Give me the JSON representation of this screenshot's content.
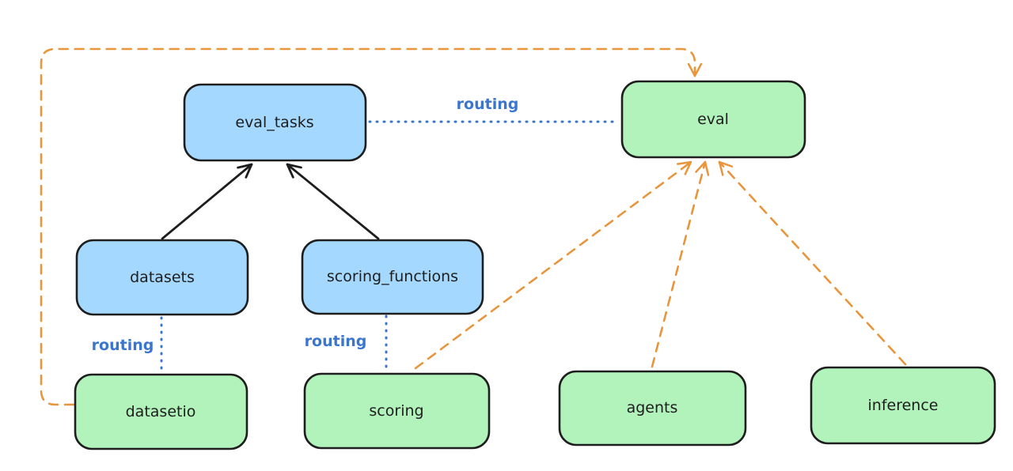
{
  "diagram": {
    "background_color": "#ffffff",
    "colors": {
      "node_border": "#1e1e1e",
      "blue_node_fill": "#a5d8ff",
      "green_node_fill": "#b2f2bb",
      "label_text": "#1e1e1e",
      "routing_blue": "#3a76cf",
      "orange_dashed": "#e8953c",
      "black_arrow": "#1e1e1e"
    },
    "nodes": {
      "eval_tasks": {
        "label": "eval_tasks",
        "fill": "#a5d8ff"
      },
      "eval": {
        "label": "eval",
        "fill": "#b2f2bb"
      },
      "datasets": {
        "label": "datasets",
        "fill": "#a5d8ff"
      },
      "scoring_functions": {
        "label": "scoring_functions",
        "fill": "#a5d8ff"
      },
      "datasetio": {
        "label": "datasetio",
        "fill": "#b2f2bb"
      },
      "scoring": {
        "label": "scoring",
        "fill": "#b2f2bb"
      },
      "agents": {
        "label": "agents",
        "fill": "#b2f2bb"
      },
      "inference": {
        "label": "inference",
        "fill": "#b2f2bb"
      }
    },
    "edge_labels": {
      "eval_tasks_to_eval": "routing",
      "datasets_to_datasetio": "routing",
      "scoring_functions_to_scoring": "routing"
    },
    "edges": [
      {
        "from": "datasets",
        "to": "eval_tasks",
        "style": "solid",
        "color": "black",
        "arrow": true
      },
      {
        "from": "scoring_functions",
        "to": "eval_tasks",
        "style": "solid",
        "color": "black",
        "arrow": true
      },
      {
        "from": "eval_tasks",
        "to": "eval",
        "style": "dotted",
        "color": "blue",
        "label": "routing",
        "arrow": false
      },
      {
        "from": "datasets",
        "to": "datasetio",
        "style": "dotted",
        "color": "blue",
        "label": "routing",
        "arrow": false
      },
      {
        "from": "scoring_functions",
        "to": "scoring",
        "style": "dotted",
        "color": "blue",
        "label": "routing",
        "arrow": false
      },
      {
        "from": "datasetio",
        "to": "eval",
        "style": "dashed",
        "color": "orange",
        "arrow": true
      },
      {
        "from": "scoring",
        "to": "eval",
        "style": "dashed",
        "color": "orange",
        "arrow": true
      },
      {
        "from": "agents",
        "to": "eval",
        "style": "dashed",
        "color": "orange",
        "arrow": true
      },
      {
        "from": "inference",
        "to": "eval",
        "style": "dashed",
        "color": "orange",
        "arrow": true
      }
    ]
  }
}
